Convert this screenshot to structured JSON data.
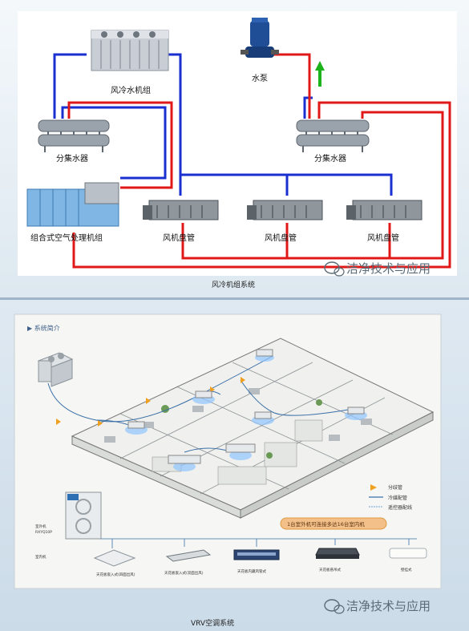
{
  "top": {
    "labels": {
      "chiller": "风冷水机组",
      "pump": "水泵",
      "manifold_left": "分集水器",
      "manifold_right": "分集水器",
      "ahu": "组合式空气处理机组",
      "fcu1": "风机盘管",
      "fcu2": "风机盘管",
      "fcu3": "风机盘管"
    },
    "watermark": "洁净技术与应用",
    "caption": "风冷机组系统"
  },
  "bottom": {
    "heading": "▶ 系统简介",
    "legend": [
      "分歧管",
      "冷媒配管",
      "遥控器配线"
    ],
    "banner": "1台室外机可连接多达16台室内机",
    "outdoor_label": "室外机",
    "outdoor_sub": "RXYQ10P",
    "indoor_label": "室内机",
    "units": [
      "天花板嵌入式(四面出风)",
      "天花板嵌入式(双面出风)",
      "天花板内藏风管式",
      "天花板悬吊式",
      "壁挂式"
    ],
    "watermark": "洁净技术与应用",
    "caption": "VRV空调系统"
  },
  "colors": {
    "supply": "#e01818",
    "return": "#1a2fd0",
    "arrow": "#1bb21b",
    "refrigerant": "#3a6fa8"
  }
}
